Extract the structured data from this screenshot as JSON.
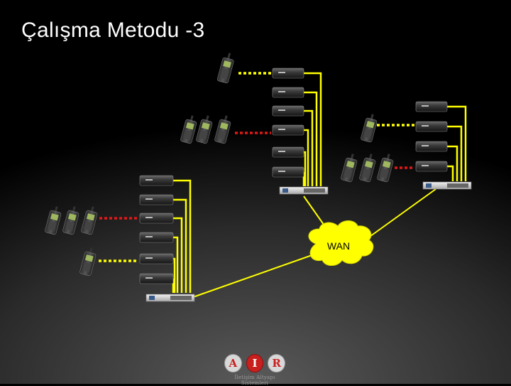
{
  "title": "Çalışma Metodu -3",
  "wan_label": "WAN",
  "logo": {
    "letters": [
      "A",
      "I",
      "R"
    ],
    "tagline": "İletişim Altyapı Sistemleri"
  },
  "colors": {
    "link": "#ffff00",
    "red_link": "#e01818",
    "wan_cloud": "#ffff00",
    "background": "#000000"
  }
}
